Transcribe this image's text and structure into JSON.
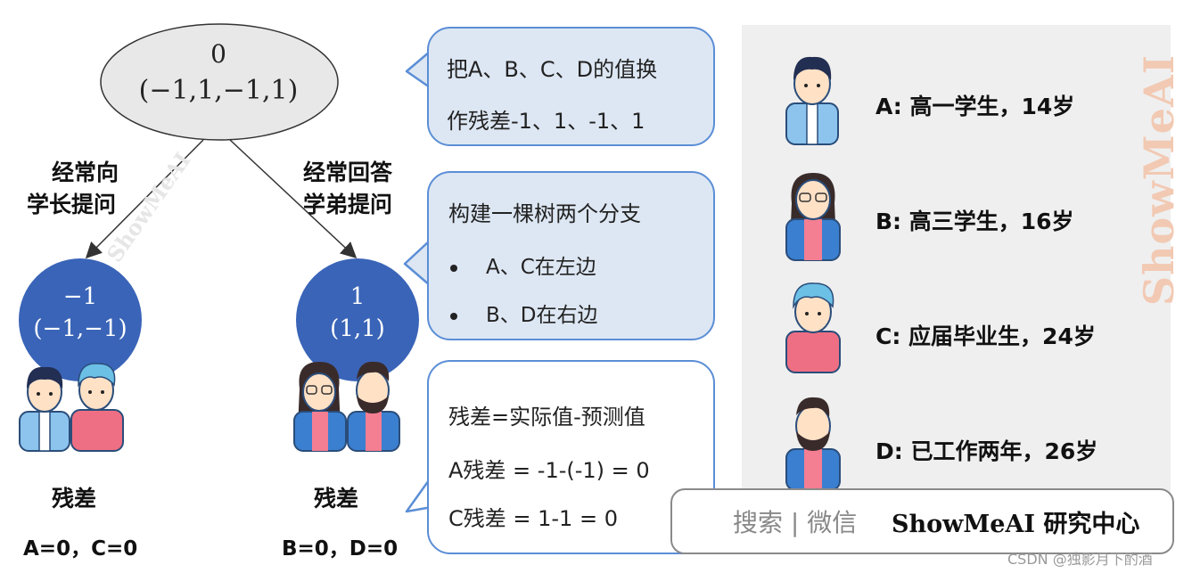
{
  "tree": {
    "root": {
      "value": "0",
      "vector": "(−1,1,−1,1)"
    },
    "left_edge_label": [
      "经常向",
      "学长提问"
    ],
    "right_edge_label": [
      "经常回答",
      "学弟提问"
    ],
    "left_node": {
      "value": "−1",
      "vector": "(−1,−1)"
    },
    "right_node": {
      "value": "1",
      "vector": "(1,1)"
    },
    "left_residual": {
      "title": "残差",
      "values": "A=0，C=0"
    },
    "right_residual": {
      "title": "残差",
      "values": "B=0，D=0"
    }
  },
  "bubbles": {
    "b1": {
      "line1": "把A、B、C、D的值换",
      "line2": "作残差-1、1、-1、1"
    },
    "b2": {
      "title": "构建一棵树两个分支",
      "bullets": [
        "A、C在左边",
        "B、D在右边"
      ]
    },
    "b3": {
      "title": "残差=实际值-预测值",
      "line1": "A残差 = -1-(-1) = 0",
      "line2": "C残差 = 1-1 = 0"
    }
  },
  "people": [
    {
      "label": "A: 高一学生，14岁",
      "icon": "student-a-avatar-icon"
    },
    {
      "label": "B: 高三学生，16岁",
      "icon": "student-b-avatar-icon"
    },
    {
      "label": "C: 应届毕业生，24岁",
      "icon": "graduate-c-avatar-icon"
    },
    {
      "label": "D: 已工作两年，26岁",
      "icon": "worker-d-avatar-icon"
    }
  ],
  "watermark": {
    "search_text": "搜索 | 微信",
    "brand": "ShowMeAI 研究中心",
    "vertical_brand": "ShowMeAI",
    "diagonal": "ShowMeAI",
    "csdn": "CSDN @独影月下酌酒"
  },
  "colors": {
    "node_blue": "#3a64b8",
    "bubble_fill": "#dde7f3",
    "bubble_border": "#5b8ed6",
    "panel_bg": "#efefef",
    "brand_peach": "#f2c9b3"
  }
}
